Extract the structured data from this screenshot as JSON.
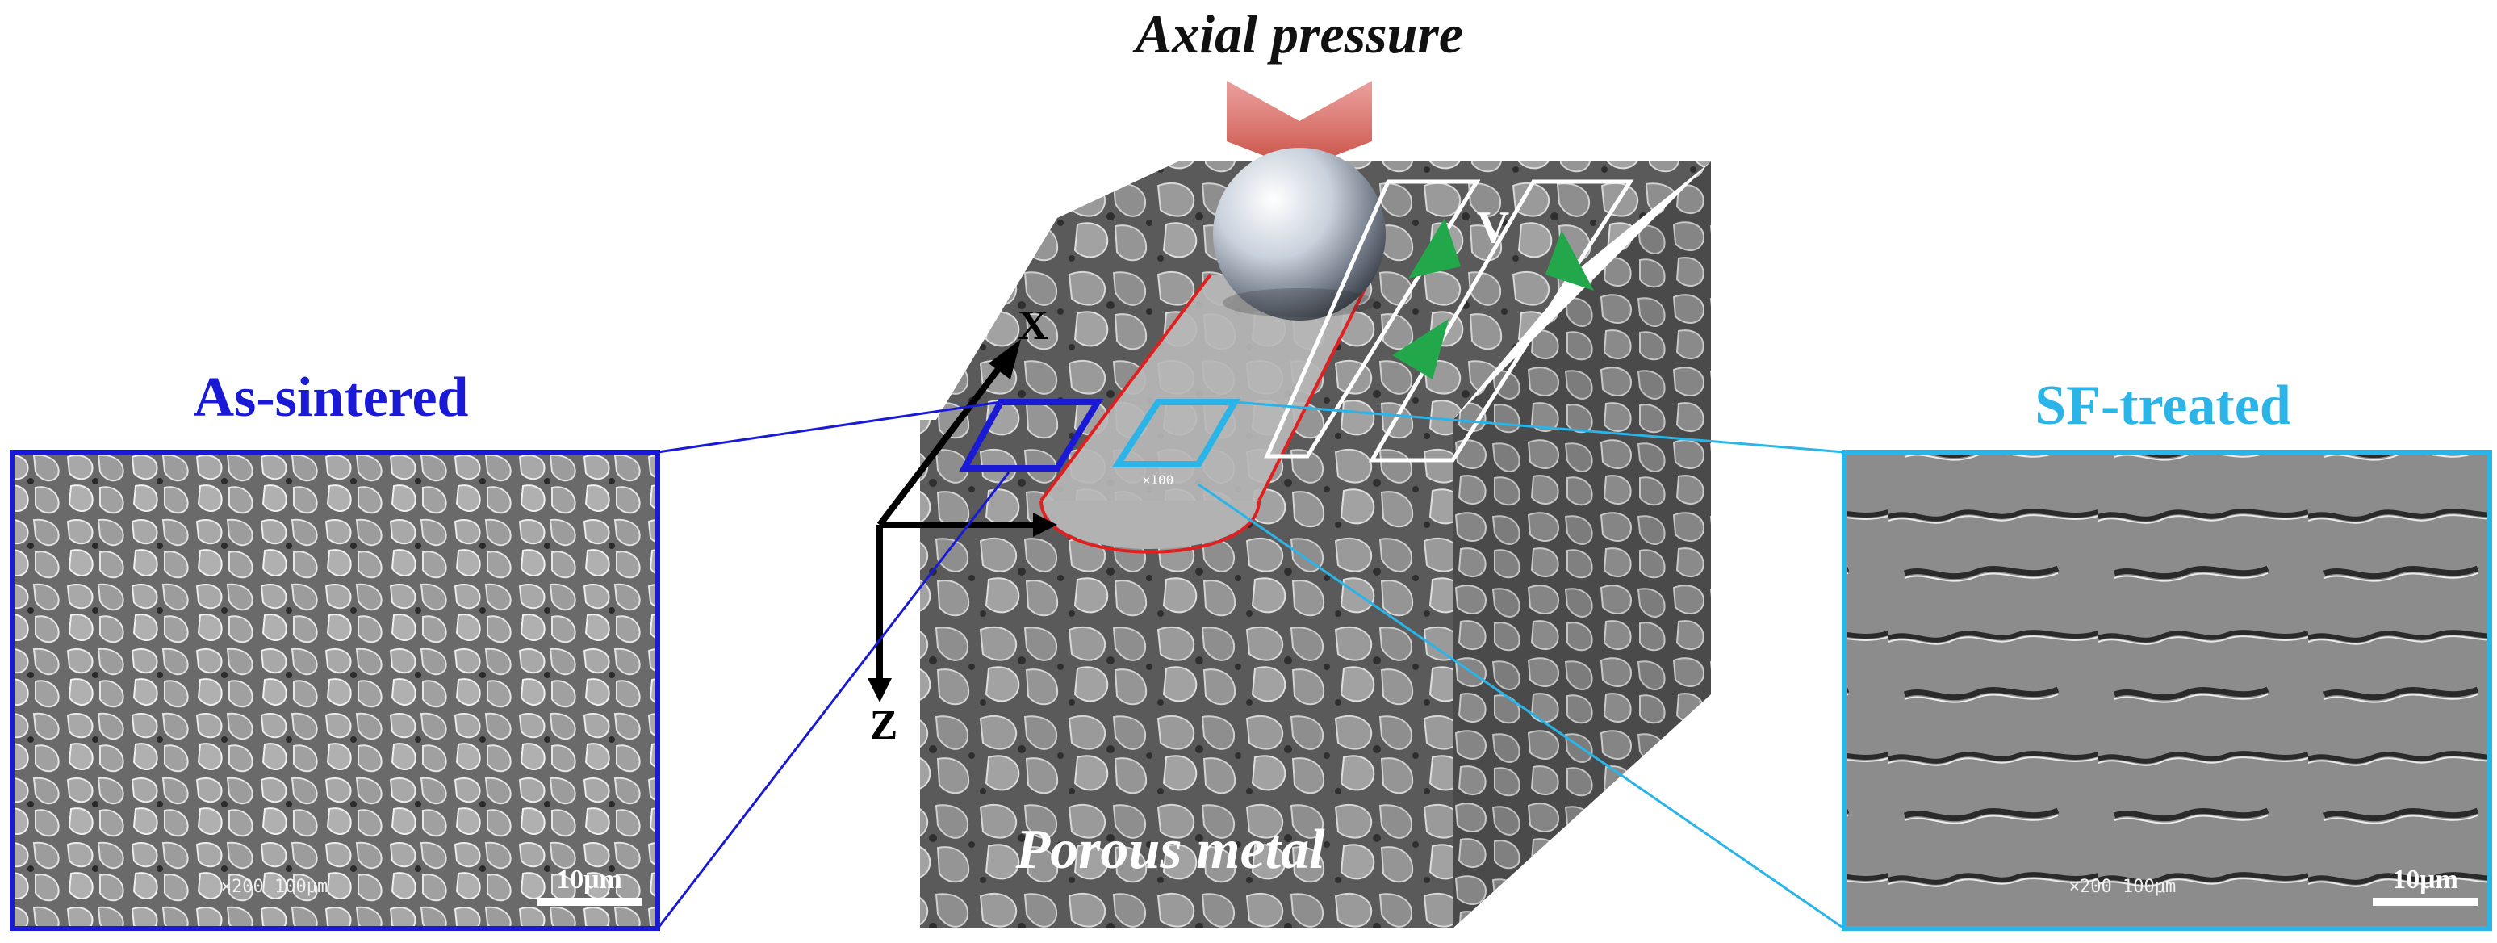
{
  "title": "Axial pressure",
  "labels": {
    "as_sintered": "As-sintered",
    "sf_treated": "SF-treated",
    "porous_metal": "Porous metal",
    "v": "V",
    "axis_x": "X",
    "axis_z": "Z"
  },
  "scale_bars": {
    "left": "10μm",
    "right": "10μm"
  },
  "sem_info": {
    "left": "×200  100μm",
    "right": "×200  100μm",
    "center": "×100"
  },
  "colors": {
    "as_sintered": "#1a1ad6",
    "sf_treated": "#2ab4e8",
    "track": "#e02020",
    "arrow": "#22a84a",
    "pressure_arrow": "#d9534f",
    "texture_base": "#6f6f6f"
  },
  "icons": {
    "indenter": "steel-ball-icon",
    "pressure": "chevron-down-arrow-icon",
    "direction": "triangle-arrow-icon"
  }
}
